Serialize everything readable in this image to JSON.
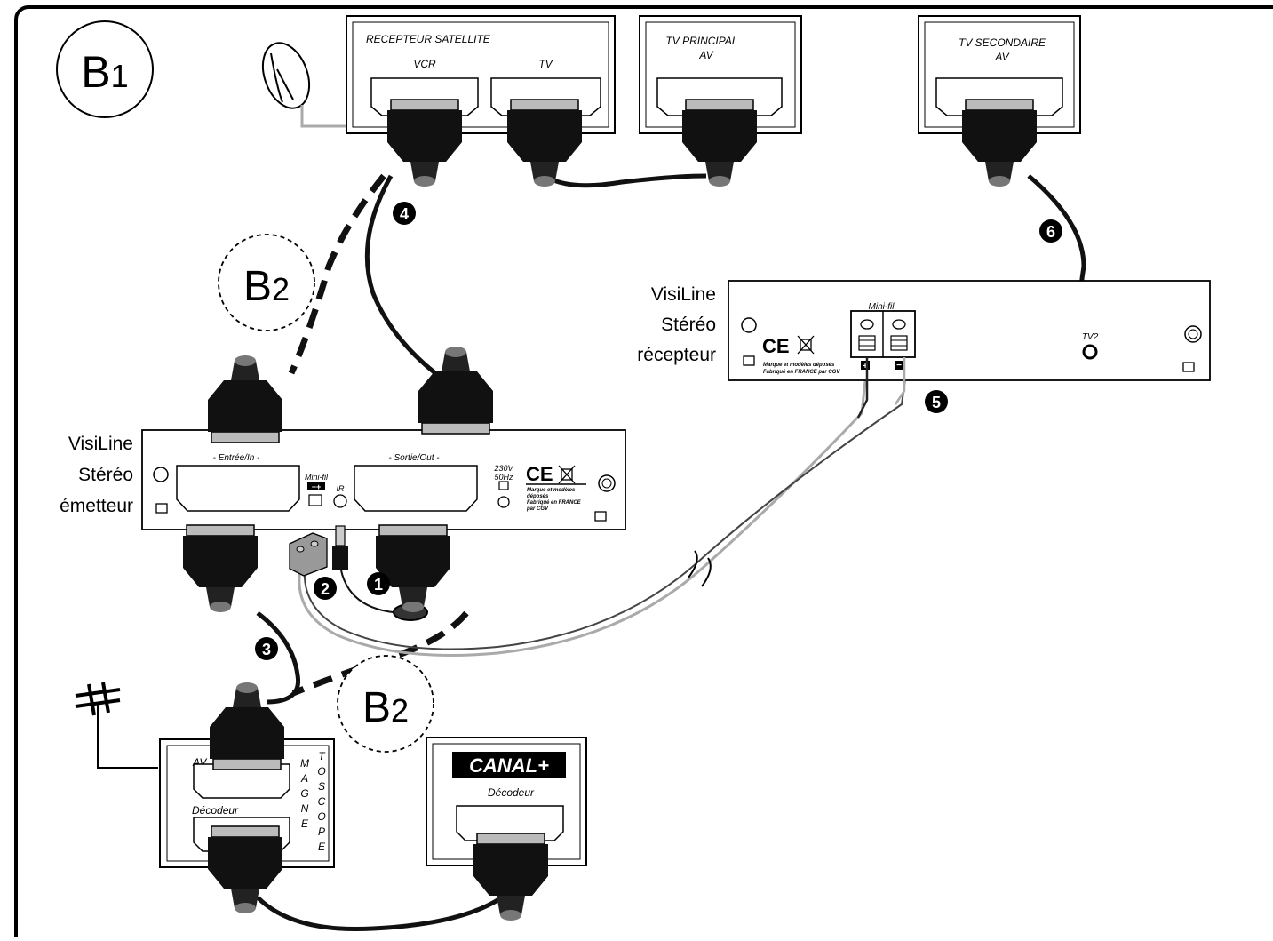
{
  "badges": {
    "main": "B",
    "main_sub": "1",
    "alt": "B",
    "alt_sub": "2"
  },
  "devices": {
    "sat_receiver": {
      "title": "RECEPTEUR SATELLITE",
      "port_vcr": "VCR",
      "port_tv": "TV"
    },
    "tv_main": {
      "title": "TV PRINCIPAL",
      "sub": "AV"
    },
    "tv_second": {
      "title": "TV SECONDAIRE",
      "sub": "AV"
    },
    "receiver": {
      "name_line1": "VisiLine",
      "name_line2": "Stéréo",
      "name_line3": "récepteur",
      "minifil": "Mini-fil",
      "brand_line1": "Marque et modèles déposés",
      "brand_line2": "Fabriqué en FRANCE par CGV",
      "tv2": "TV2",
      "plus": "+",
      "minus": "−"
    },
    "emitter": {
      "name_line1": "VisiLine",
      "name_line2": "Stéréo",
      "name_line3": "émetteur",
      "in_label": "- Entrée/In -",
      "out_label": "- Sortie/Out -",
      "minifil": "Mini-fil",
      "ir": "IR",
      "power_line1": "230V",
      "power_line2": "50Hz",
      "brand_line1": "Marque et modèles",
      "brand_line2": "déposés",
      "brand_line3": "Fabriqué en FRANCE",
      "brand_line4": "par CGV"
    },
    "vcr": {
      "av": "AV",
      "decoder": "Décodeur",
      "vertical_col1": [
        "M",
        "A",
        "G",
        "N",
        "E"
      ],
      "vertical_col2": [
        "T",
        "O",
        "S",
        "C",
        "O",
        "P",
        "E"
      ]
    },
    "canal": {
      "logo": "CANAL+",
      "decoder": "Décodeur"
    }
  },
  "steps": [
    "1",
    "2",
    "3",
    "4",
    "5",
    "6"
  ],
  "marks": {
    "ce": "CE"
  }
}
